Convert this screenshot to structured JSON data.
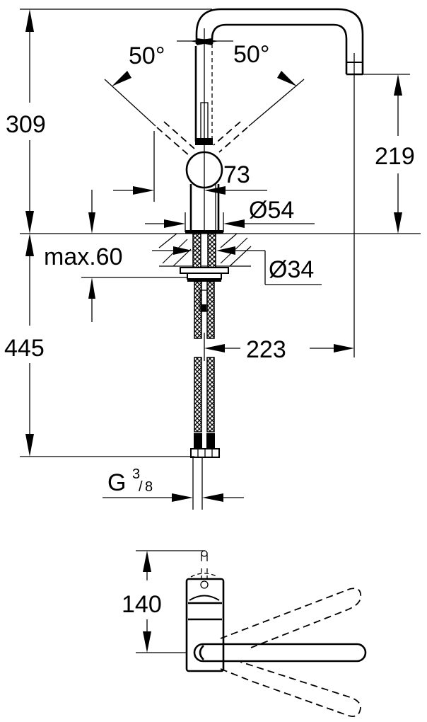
{
  "diagram": {
    "subject": "kitchen faucet dimensional drawing",
    "units": "mm",
    "side_view": {
      "dimensions": {
        "height_above_deck": "309",
        "spout_outlet_height": "219",
        "swivel_angle_left": "50°",
        "swivel_angle_right": "50°",
        "lever_offset": "73",
        "base_diameter": "Ø54",
        "hole_diameter": "Ø34",
        "max_deck_thickness": "max.60",
        "hose_length": "445",
        "spout_reach": "223",
        "connection_thread_main": "G",
        "connection_thread_num": "3",
        "connection_thread_den": "8"
      }
    },
    "top_view": {
      "dimensions": {
        "handle_to_spout": "140"
      }
    }
  }
}
